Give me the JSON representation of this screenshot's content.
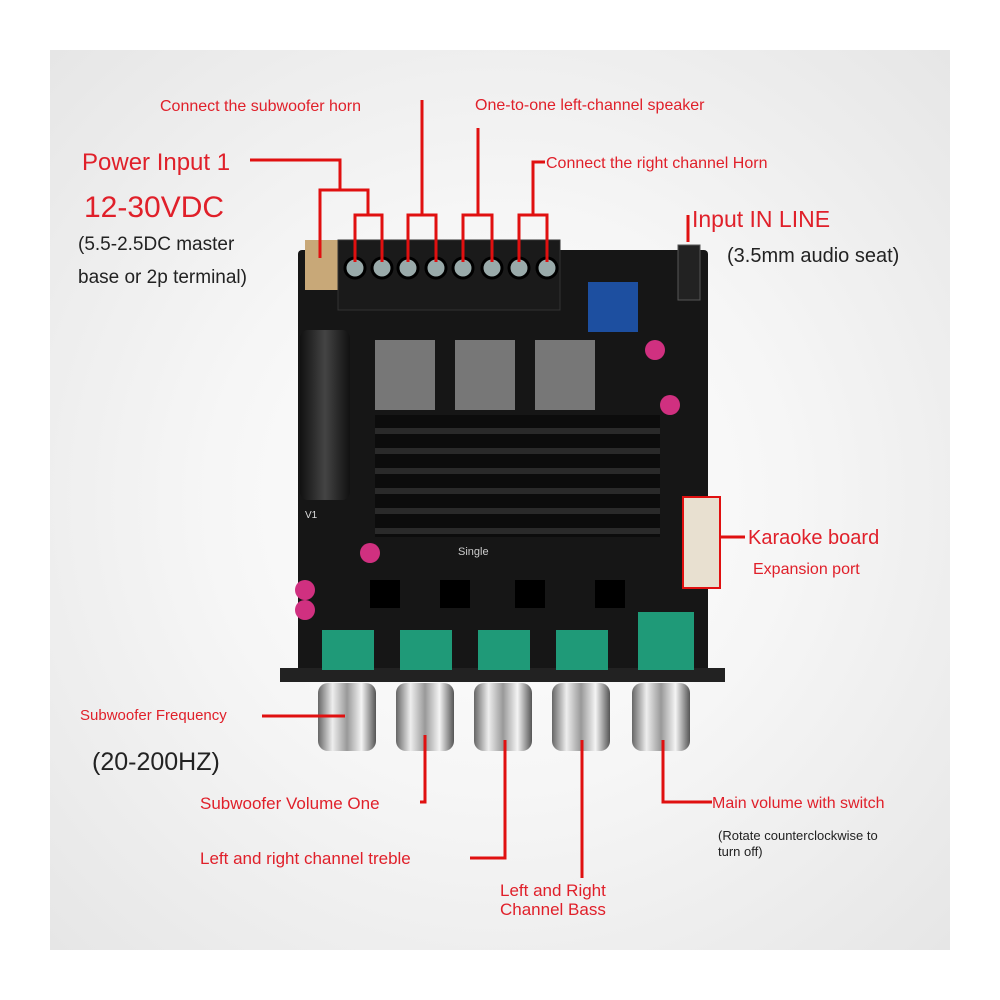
{
  "labels": {
    "subwoofer_horn": "Connect the subwoofer horn",
    "left_speaker": "One-to-one left-channel speaker",
    "power_input": "Power Input 1",
    "voltage": "12-30VDC",
    "power_note_1": "(5.5-2.5DC master",
    "power_note_2": "base or 2p terminal)",
    "right_horn": "Connect the right channel Horn",
    "input_line": "Input IN LINE",
    "input_note": "(3.5mm audio seat)",
    "karaoke": "Karaoke board",
    "expansion": "Expansion port",
    "sub_freq": "Subwoofer Frequency",
    "freq_range": "(20-200HZ)",
    "sub_volume": "Subwoofer Volume One",
    "treble": "Left and right channel treble",
    "bass_1": "Left and Right",
    "bass_2": "Channel Bass",
    "main_volume": "Main volume with switch",
    "main_note_1": "(Rotate counterclockwise to",
    "main_note_2": "turn off)"
  },
  "board": {
    "silkscreen_single": "Single",
    "silkscreen_v1": "V1"
  },
  "colors": {
    "accent": "#e0202a",
    "pcb": "#151515",
    "pot": "#1f9a78"
  }
}
